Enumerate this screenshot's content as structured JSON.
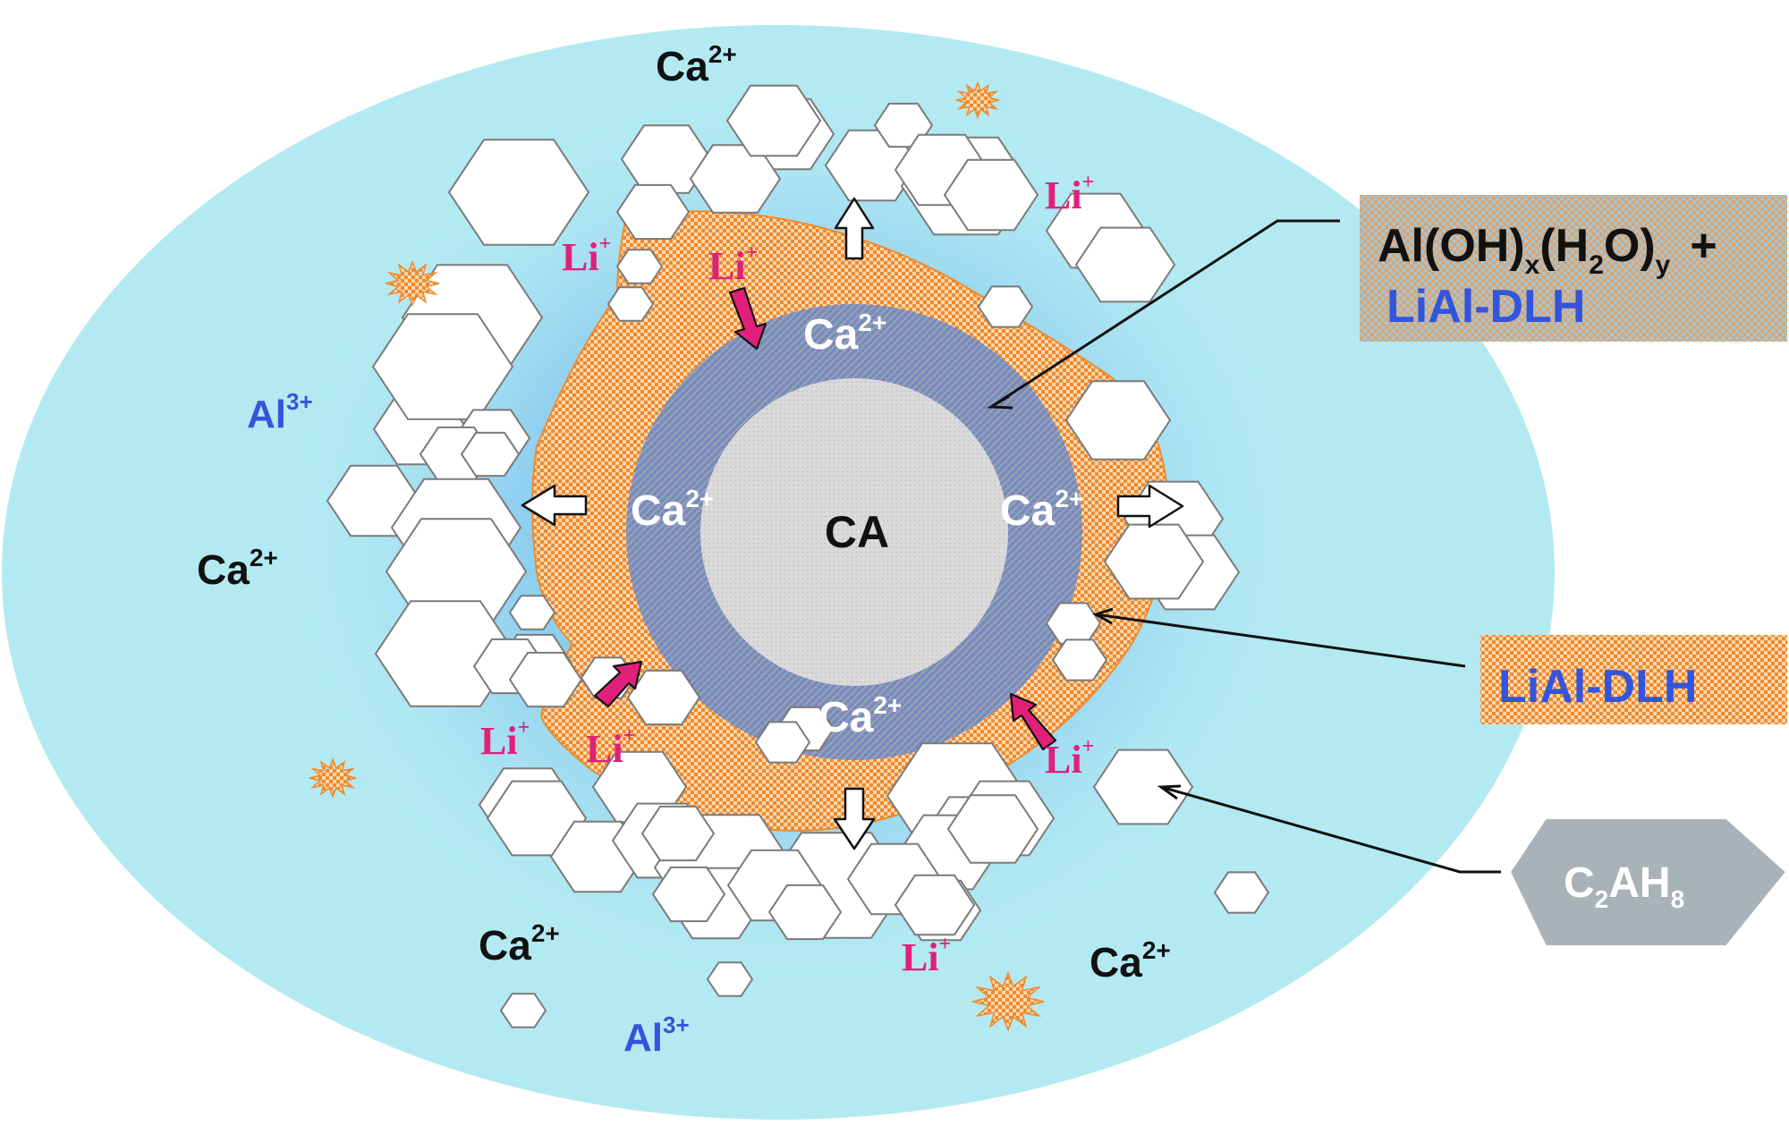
{
  "diagram": {
    "core_label": "CA",
    "inner_ring_ion": "Ca",
    "inner_ring_ion_charge": "2+",
    "solution_ions": [
      {
        "id": "ca-top",
        "base": "Ca",
        "charge": "2+",
        "color": "#111111"
      },
      {
        "id": "ca-left",
        "base": "Ca",
        "charge": "2+",
        "color": "#111111"
      },
      {
        "id": "ca-bottom-left",
        "base": "Ca",
        "charge": "2+",
        "color": "#111111"
      },
      {
        "id": "ca-bottom-right",
        "base": "Ca",
        "charge": "2+",
        "color": "#111111"
      },
      {
        "id": "al-left",
        "base": "Al",
        "charge": "3+",
        "color": "#3355dd"
      },
      {
        "id": "al-bottom",
        "base": "Al",
        "charge": "3+",
        "color": "#3355dd"
      }
    ],
    "li_ions": [
      {
        "id": "li-top-left",
        "base": "Li",
        "charge": "+"
      },
      {
        "id": "li-top-mid",
        "base": "Li",
        "charge": "+"
      },
      {
        "id": "li-top-right",
        "base": "Li",
        "charge": "+"
      },
      {
        "id": "li-bottom-left-outer",
        "base": "Li",
        "charge": "+"
      },
      {
        "id": "li-bottom-left-inner",
        "base": "Li",
        "charge": "+"
      },
      {
        "id": "li-bottom-right-inner",
        "base": "Li",
        "charge": "+"
      },
      {
        "id": "li-bottom-mid",
        "base": "Li",
        "charge": "+"
      }
    ],
    "legend": {
      "aloh": {
        "part1": "Al(OH)",
        "sub_x": "x",
        "part2": "(H",
        "sub_2": "2",
        "part3": "O)",
        "sub_y": "y",
        "plus": "+",
        "line2": "LiAl-DLH"
      },
      "lial": {
        "text": "LiAl-DLH"
      },
      "c2ah8": {
        "p1": "C",
        "s1": "2",
        "p2": "AH",
        "s2": "8"
      }
    },
    "colors": {
      "solution": "#b3eaf2",
      "halo": "#9fd4f0",
      "shell_orange": "#f2a04a",
      "inner_ring_blue": "#6f8cc4",
      "core_gray": "#d6d6d6",
      "li_magenta": "#e0207a",
      "al_blue": "#3355dd"
    }
  }
}
